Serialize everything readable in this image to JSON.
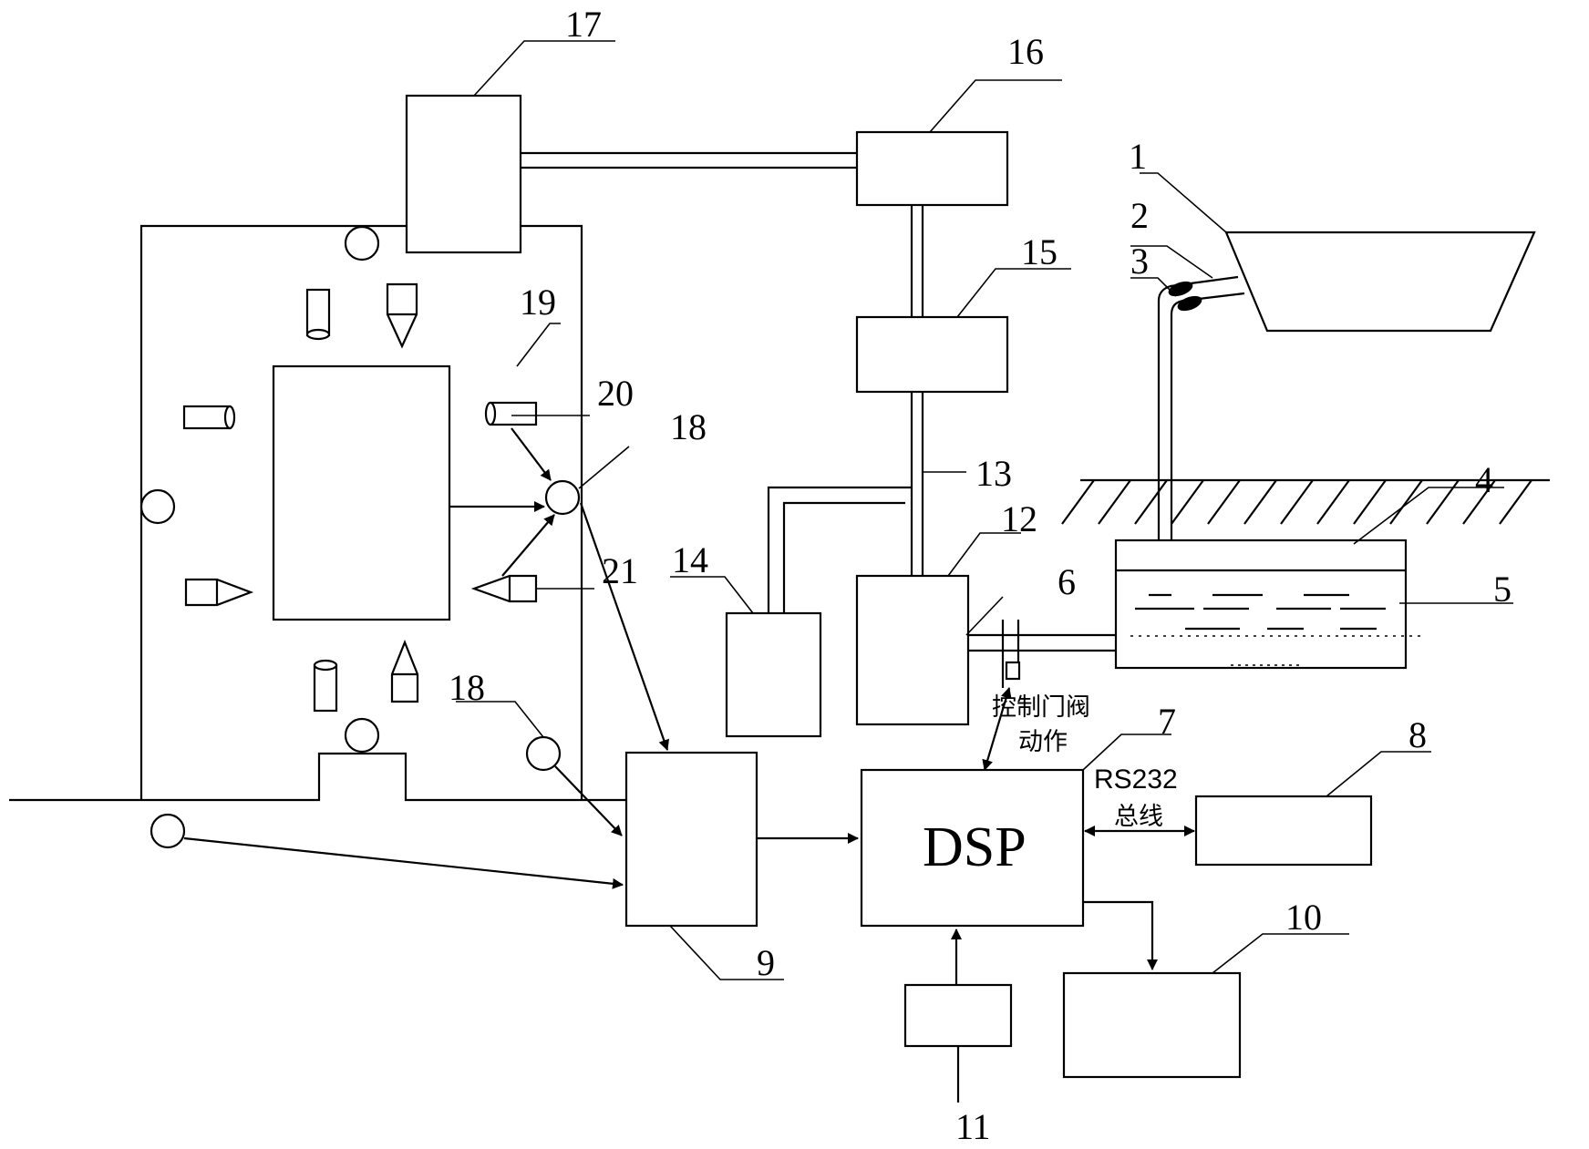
{
  "labels": {
    "n1": "1",
    "n2": "2",
    "n3": "3",
    "n4": "4",
    "n5": "5",
    "n6": "6",
    "n7": "7",
    "n8": "8",
    "n9": "9",
    "n10": "10",
    "n11": "11",
    "n12": "12",
    "n13": "13",
    "n14": "14",
    "n15": "15",
    "n16": "16",
    "n17": "17",
    "n18a": "18",
    "n18b": "18",
    "n19": "19",
    "n20": "20",
    "n21": "21"
  },
  "dsp_label": "DSP",
  "valve_text_line1": "控制门阀",
  "valve_text_line2": "动作",
  "bus_text_line1": "RS232",
  "bus_text_line2": "总线"
}
